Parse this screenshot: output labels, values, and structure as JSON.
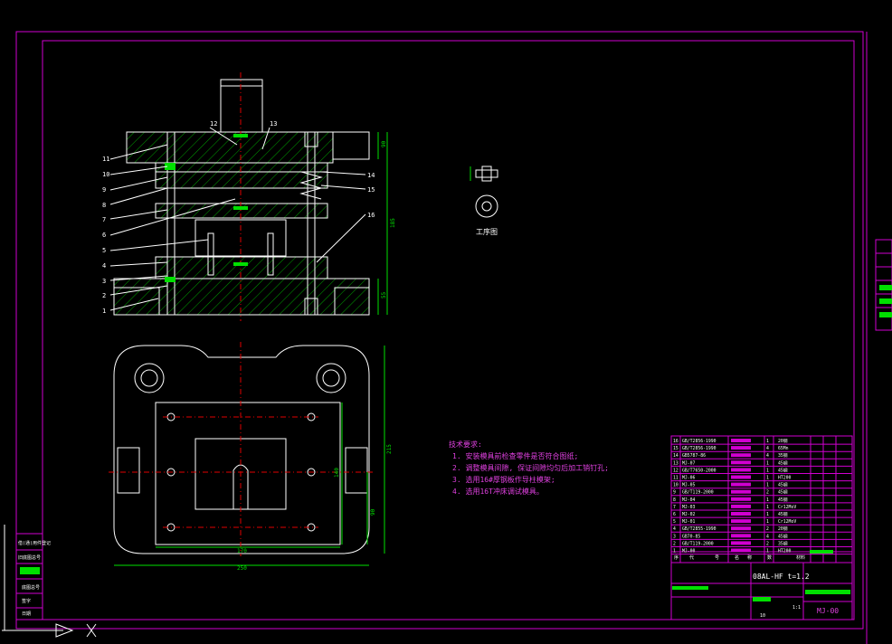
{
  "colors": {
    "background": "#000000",
    "border": "#d000d0",
    "outline": "#ffffff",
    "dimension": "#00e000",
    "centerline": "#e00000",
    "hatch": "#00a000"
  },
  "section_labels_left": [
    "11",
    "10",
    "9",
    "8",
    "7",
    "6",
    "5",
    "4",
    "3",
    "2",
    "1"
  ],
  "section_labels_top": [
    "12",
    "13"
  ],
  "section_labels_right": [
    "14",
    "15",
    "16"
  ],
  "dims_section": [
    "90",
    "185",
    "55"
  ],
  "dims_plan": {
    "inner_width": "170",
    "outer_width": "250",
    "height_total": "215",
    "height_inner": "140",
    "height_half": "90"
  },
  "workpiece_caption": "工序图",
  "tech": {
    "title": "技术要求:",
    "items": [
      "1. 安装模具前检查零件是否符合图纸;",
      "2. 调整模具间隙, 保证间隙均匀后加工销钉孔;",
      "3. 选用16#厚钢板作导柱模架;",
      "4. 选用16T冲床调试模具。"
    ]
  },
  "bom_rows": [
    {
      "no": "16",
      "code": "GB/T2856-1990",
      "qty": "1",
      "mat": "20钢"
    },
    {
      "no": "15",
      "code": "GB/T2856-1990",
      "qty": "4",
      "mat": "65Mn"
    },
    {
      "no": "14",
      "code": "GB5787-86",
      "qty": "4",
      "mat": "35钢"
    },
    {
      "no": "13",
      "code": "MJ-07",
      "qty": "1",
      "mat": "45钢"
    },
    {
      "no": "12",
      "code": "GB/T7650-2000",
      "qty": "1",
      "mat": "45钢"
    },
    {
      "no": "11",
      "code": "MJ-06",
      "qty": "1",
      "mat": "HT200"
    },
    {
      "no": "10",
      "code": "MJ-05",
      "qty": "1",
      "mat": "45钢"
    },
    {
      "no": "9",
      "code": "GB/T119-2000",
      "qty": "2",
      "mat": "45钢"
    },
    {
      "no": "8",
      "code": "MJ-04",
      "qty": "1",
      "mat": "45钢"
    },
    {
      "no": "7",
      "code": "MJ-03",
      "qty": "1",
      "mat": "Cr12MoV"
    },
    {
      "no": "6",
      "code": "MJ-02",
      "qty": "1",
      "mat": "45钢"
    },
    {
      "no": "5",
      "code": "MJ-01",
      "qty": "1",
      "mat": "Cr12MoV"
    },
    {
      "no": "4",
      "code": "GB/T2855-1990",
      "qty": "2",
      "mat": "20钢"
    },
    {
      "no": "3",
      "code": "GB70-85",
      "qty": "4",
      "mat": "45钢"
    },
    {
      "no": "2",
      "code": "GB/T119-2000",
      "qty": "2",
      "mat": "35钢"
    },
    {
      "no": "1",
      "code": "MJ-00",
      "qty": "1",
      "mat": "HT200"
    }
  ],
  "bom_header": [
    "序",
    "代",
    "号",
    "名",
    "称",
    "数",
    "材料"
  ],
  "title_block": {
    "material_spec": "08AL-HF  t=1.2",
    "drawing_no": "MJ-00",
    "scale": "1:1",
    "sheet": "10"
  },
  "left_block": [
    "借(通)用件登记",
    "旧底图总号",
    "底图总号",
    "签字",
    "日期"
  ]
}
